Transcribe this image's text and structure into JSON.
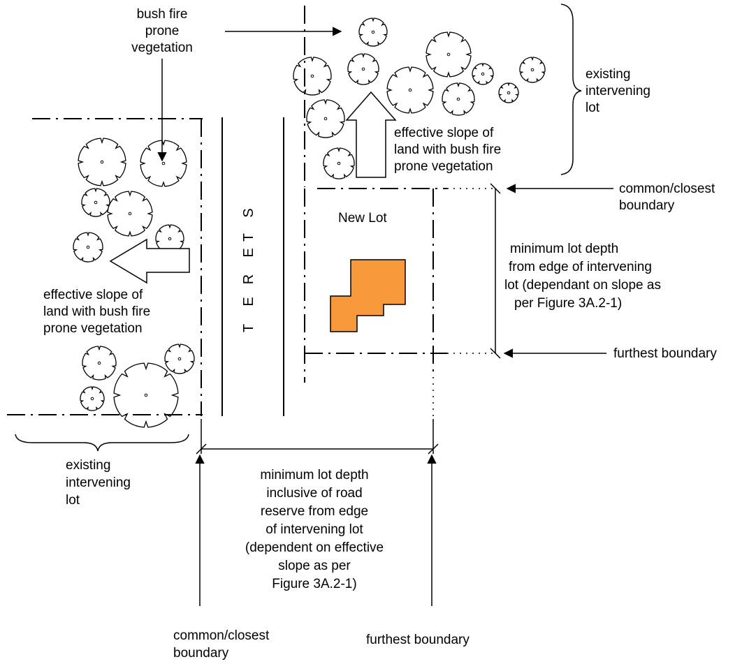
{
  "labels": {
    "bush_fire_top": [
      "bush fire",
      "prone",
      "vegetation"
    ],
    "existing_lot_right": [
      "existing",
      "intervening",
      "lot"
    ],
    "slope_right": [
      "effective slope of",
      "land with bush fire",
      "prone vegetation"
    ],
    "slope_left": [
      "effective slope of",
      "land with bush fire",
      "prone vegetation"
    ],
    "new_lot": "New Lot",
    "street": [
      "S",
      "T",
      "R",
      "E",
      "E",
      "T"
    ],
    "common_closest_right": [
      "common/closest",
      "boundary"
    ],
    "min_depth_right": [
      "minimum lot depth",
      "from edge of intervening",
      "lot (dependant on slope as",
      "per Figure 3A.2-1)"
    ],
    "furthest_right": "furthest boundary",
    "existing_lot_bottom": [
      "existing",
      "intervening",
      "lot"
    ],
    "min_depth_bottom": [
      "minimum lot depth",
      "inclusive of road",
      "reserve from edge",
      "of intervening lot",
      "(dependent on effective",
      "slope as per",
      "Figure 3A.2-1)"
    ],
    "common_closest_bottom": [
      "common/closest",
      "boundary"
    ],
    "furthest_bottom": "furthest boundary"
  },
  "colors": {
    "building_fill": "#F7993A",
    "stroke": "#000000"
  }
}
